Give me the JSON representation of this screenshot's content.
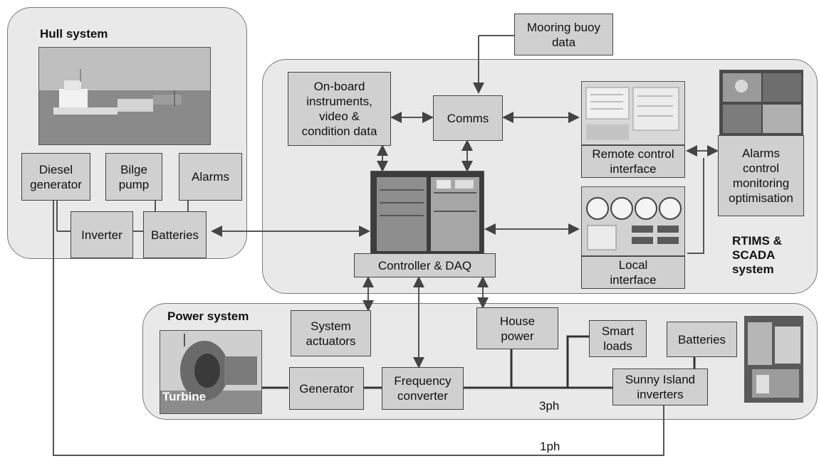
{
  "colors": {
    "panel": "#e9e9e9",
    "box": "#d0d0d0",
    "wire": "#333333"
  },
  "panels": {
    "hull": {
      "title": "Hull system"
    },
    "rtims": {
      "title": "RTIMS &\nSCADA\nsystem"
    },
    "power": {
      "title": "Power system"
    }
  },
  "hull_boxes": {
    "diesel": "Diesel\ngenerator",
    "bilge": "Bilge\npump",
    "alarms": "Alarms",
    "inverter": "Inverter",
    "batteries": "Batteries"
  },
  "rtims_boxes": {
    "mooring": "Mooring buoy\ndata",
    "onboard": "On-board\ninstruments,\nvideo &\ncondition data",
    "comms": "Comms",
    "remote": "Remote control\ninterface",
    "local": "Local\ninterface",
    "controller": "Controller & DAQ",
    "alarms_ctrl": "Alarms\ncontrol\nmonitoring\noptimisation"
  },
  "power_boxes": {
    "actuators": "System\nactuators",
    "house": "House\npower",
    "smart": "Smart\nloads",
    "batteries": "Batteries",
    "generator": "Generator",
    "freq": "Frequency\nconverter",
    "sunny": "Sunny Island\ninverters"
  },
  "labels": {
    "turbine": "Turbine",
    "three_phase": "3ph",
    "one_phase": "1ph"
  },
  "photos": {
    "boat": "boat-photo",
    "cabinet": "control-cabinet-photo",
    "remote_ui": "remote-ui-screenshot",
    "local_ui": "local-ui-screenshot",
    "camera": "camera-feeds-photo",
    "turbine": "turbine-photo",
    "room": "inverter-room-photo"
  }
}
